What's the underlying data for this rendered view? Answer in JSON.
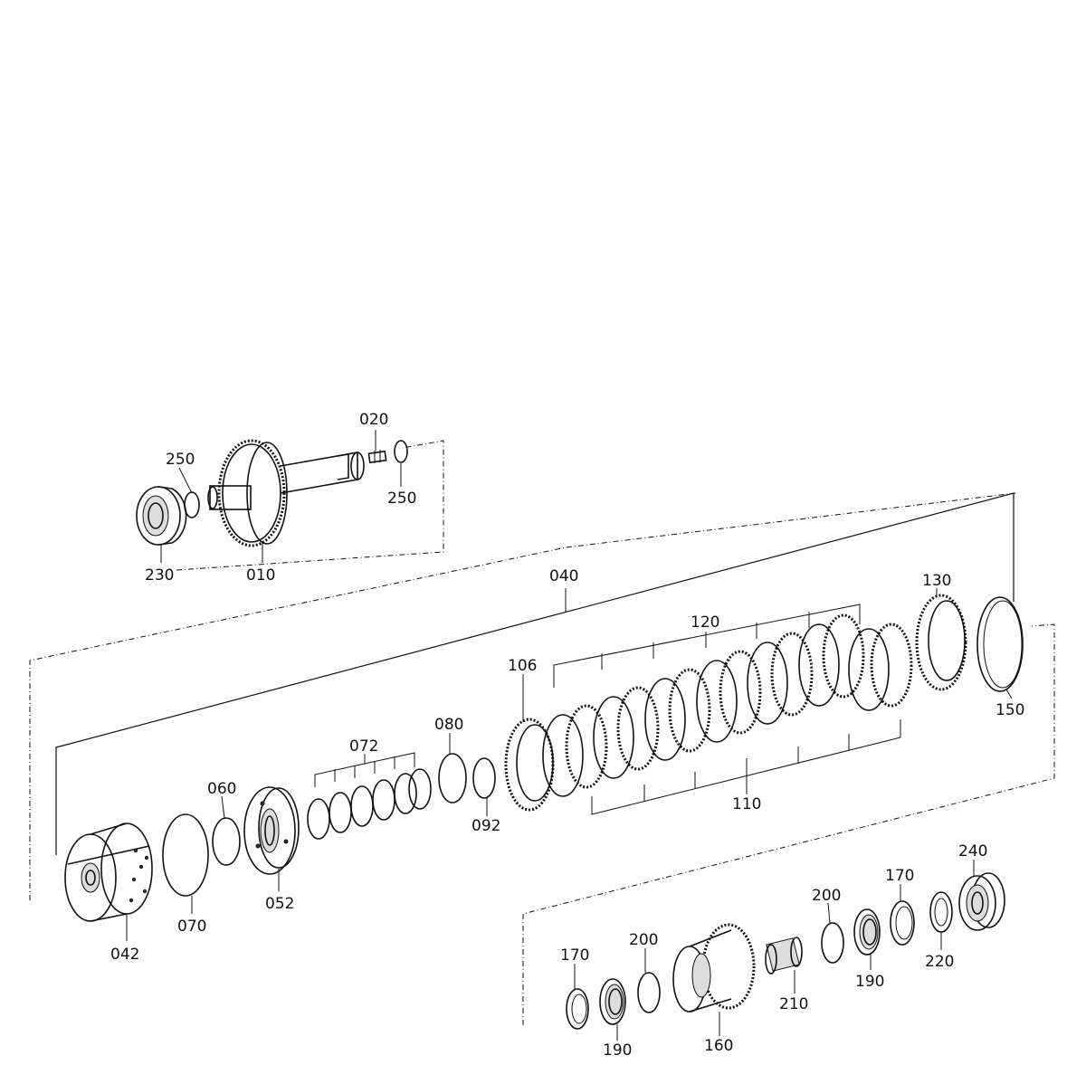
{
  "labels": {
    "l010": "010",
    "l020": "020",
    "l230": "230",
    "l250a": "250",
    "l250b": "250",
    "l040": "040",
    "l042": "042",
    "l052": "052",
    "l060": "060",
    "l070": "070",
    "l072": "072",
    "l080": "080",
    "l092": "092",
    "l106": "106",
    "l110": "110",
    "l120": "120",
    "l130": "130",
    "l150": "150",
    "l160": "160",
    "l170a": "170",
    "l170b": "170",
    "l190a": "190",
    "l190b": "190",
    "l200a": "200",
    "l200b": "200",
    "l210": "210",
    "l220": "220",
    "l240": "240"
  }
}
